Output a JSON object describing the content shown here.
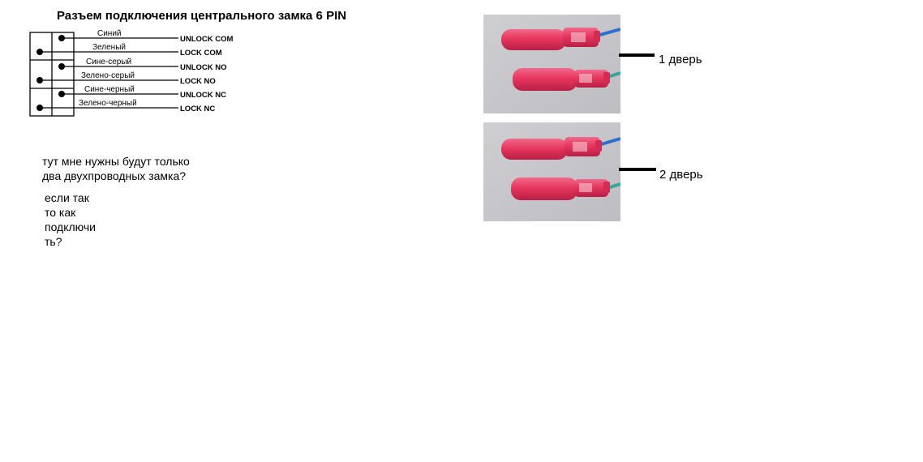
{
  "title": "Разъем подключения центрального замка 6 PIN",
  "pins": [
    {
      "wire": "Синий",
      "signal": "UNLOCK COM"
    },
    {
      "wire": "Зеленый",
      "signal": "LOCK COM"
    },
    {
      "wire": "Сине-серый",
      "signal": "UNLOCK NO"
    },
    {
      "wire": "Зелено-серый",
      "signal": "LOCK NO"
    },
    {
      "wire": "Сине-черный",
      "signal": "UNLOCK NC"
    },
    {
      "wire": "Зелено-черный",
      "signal": "LOCK NC"
    }
  ],
  "question_lines": [
    "тут мне нужны будут только",
    "два двухпроводных замка?"
  ],
  "followup_lines": [
    "если так",
    "то как",
    "подключи",
    "ть?"
  ],
  "doors": [
    {
      "label": "1 дверь"
    },
    {
      "label": "2 дверь"
    }
  ],
  "colors": {
    "connector_pink": "#e8365f",
    "wire_blue": "#2f6fd0",
    "wire_green": "#3aa59a",
    "photo_bg": "#c5c5c8"
  }
}
